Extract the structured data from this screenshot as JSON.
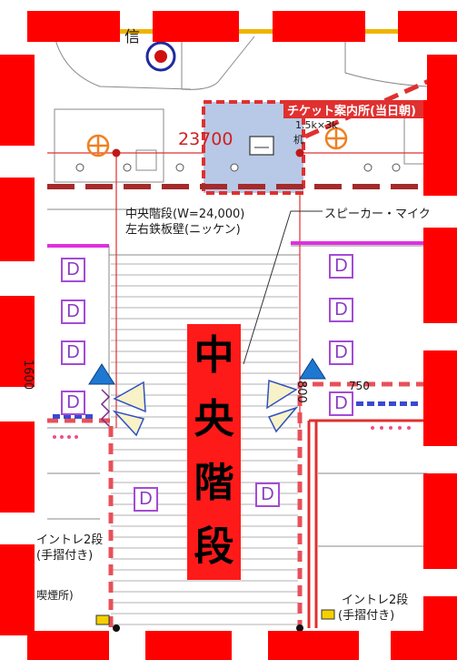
{
  "map": {
    "top_label": "信",
    "dimension_label": "23700",
    "info_booth": {
      "label": "チケット案内所(当日朝)",
      "size": "1.5k×3k",
      "desk": "机"
    },
    "stair_note": {
      "line1": "中央階段(W=24,000)",
      "line2": "左右鉄板壁(ニッケン)"
    },
    "speaker_label": "スピーカー・マイク",
    "left_vertical_number": "1600",
    "right_vertical_number": "800",
    "right_number": "750",
    "title": [
      "中",
      "央",
      "階",
      "段"
    ],
    "d_badge": "D",
    "left_bottom": {
      "line1": "イントレ2段",
      "line2": "(手摺付き)",
      "smoking": "喫煙所)"
    },
    "right_bottom": {
      "line1": "イントレ2段",
      "line2": "(手摺付き)"
    }
  },
  "colors": {
    "mask": "#ff0000",
    "dashed_fence": "#e8505a",
    "d_border": "#a44bd6",
    "booth_fill": "#b7c9e6",
    "title_fill": "#ff1a1a",
    "triangle": "#1e78d2"
  },
  "icons": [
    "target-symbol",
    "crossed-circle-symbol",
    "speaker-triangle-icon",
    "d-badge"
  ]
}
